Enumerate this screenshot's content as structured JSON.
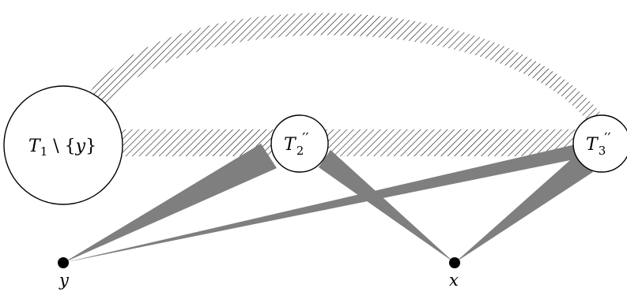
{
  "diagram": {
    "nodes": {
      "t1": {
        "label_main": "T",
        "label_sub": "1",
        "label_rest": " \\ {",
        "label_var": "y",
        "label_close": "}"
      },
      "t2": {
        "label_main": "T",
        "label_sub": "2",
        "label_sup": "′′"
      },
      "t3": {
        "label_main": "T",
        "label_sub": "3",
        "label_sup": "′′"
      },
      "y": {
        "label": "y"
      },
      "x": {
        "label": "x"
      }
    },
    "edges": [
      {
        "from": "t1",
        "to": "t3",
        "style": "hatched",
        "shape": "arc"
      },
      {
        "from": "t1",
        "to": "t3",
        "style": "hatched",
        "shape": "straight"
      },
      {
        "from": "y",
        "to": "t2",
        "style": "solid-wedge"
      },
      {
        "from": "y",
        "to": "t3",
        "style": "solid-wedge"
      },
      {
        "from": "t2",
        "to": "x",
        "style": "solid-wedge"
      },
      {
        "from": "t3",
        "to": "x",
        "style": "solid-wedge"
      }
    ],
    "colors": {
      "wedge": "#7f7f7f",
      "hatch": "#000000",
      "outline": "#000000"
    }
  }
}
